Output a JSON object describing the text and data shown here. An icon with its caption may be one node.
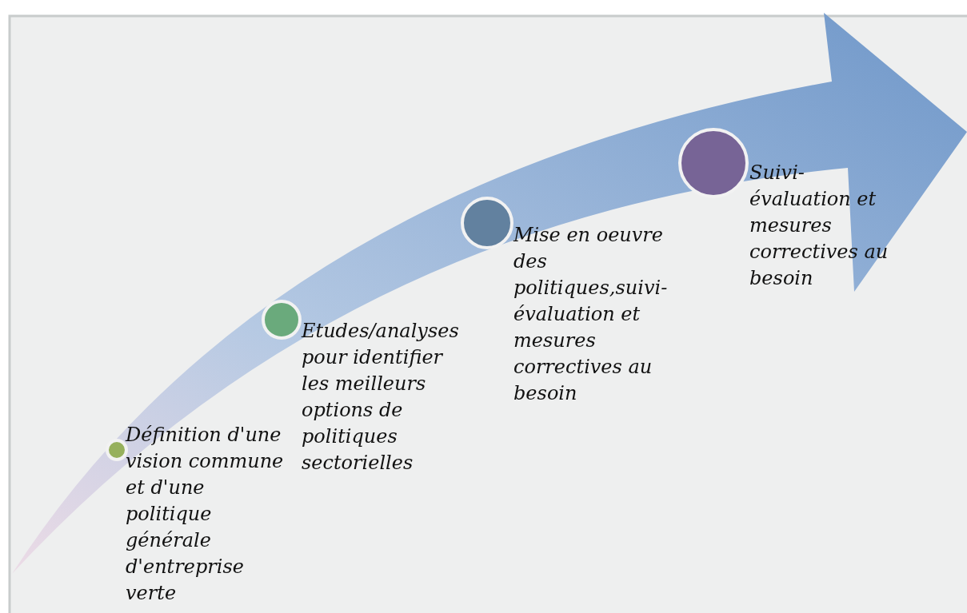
{
  "diagram": {
    "nodes": [
      {
        "text": [
          "Définition d'une vision commune et d'une politique générale d'entreprise verte"
        ]
      },
      {
        "text": [
          "Etudes/analyses pour identifier les meilleurs options de politiques sectorielles"
        ]
      },
      {
        "text": [
          "Mise en oeuvre des politiques,suivi-évaluation et mesures correctives au besoin"
        ]
      },
      {
        "text": [
          "Suivi-évaluation et mesures correctives au besoin"
        ]
      }
    ]
  }
}
